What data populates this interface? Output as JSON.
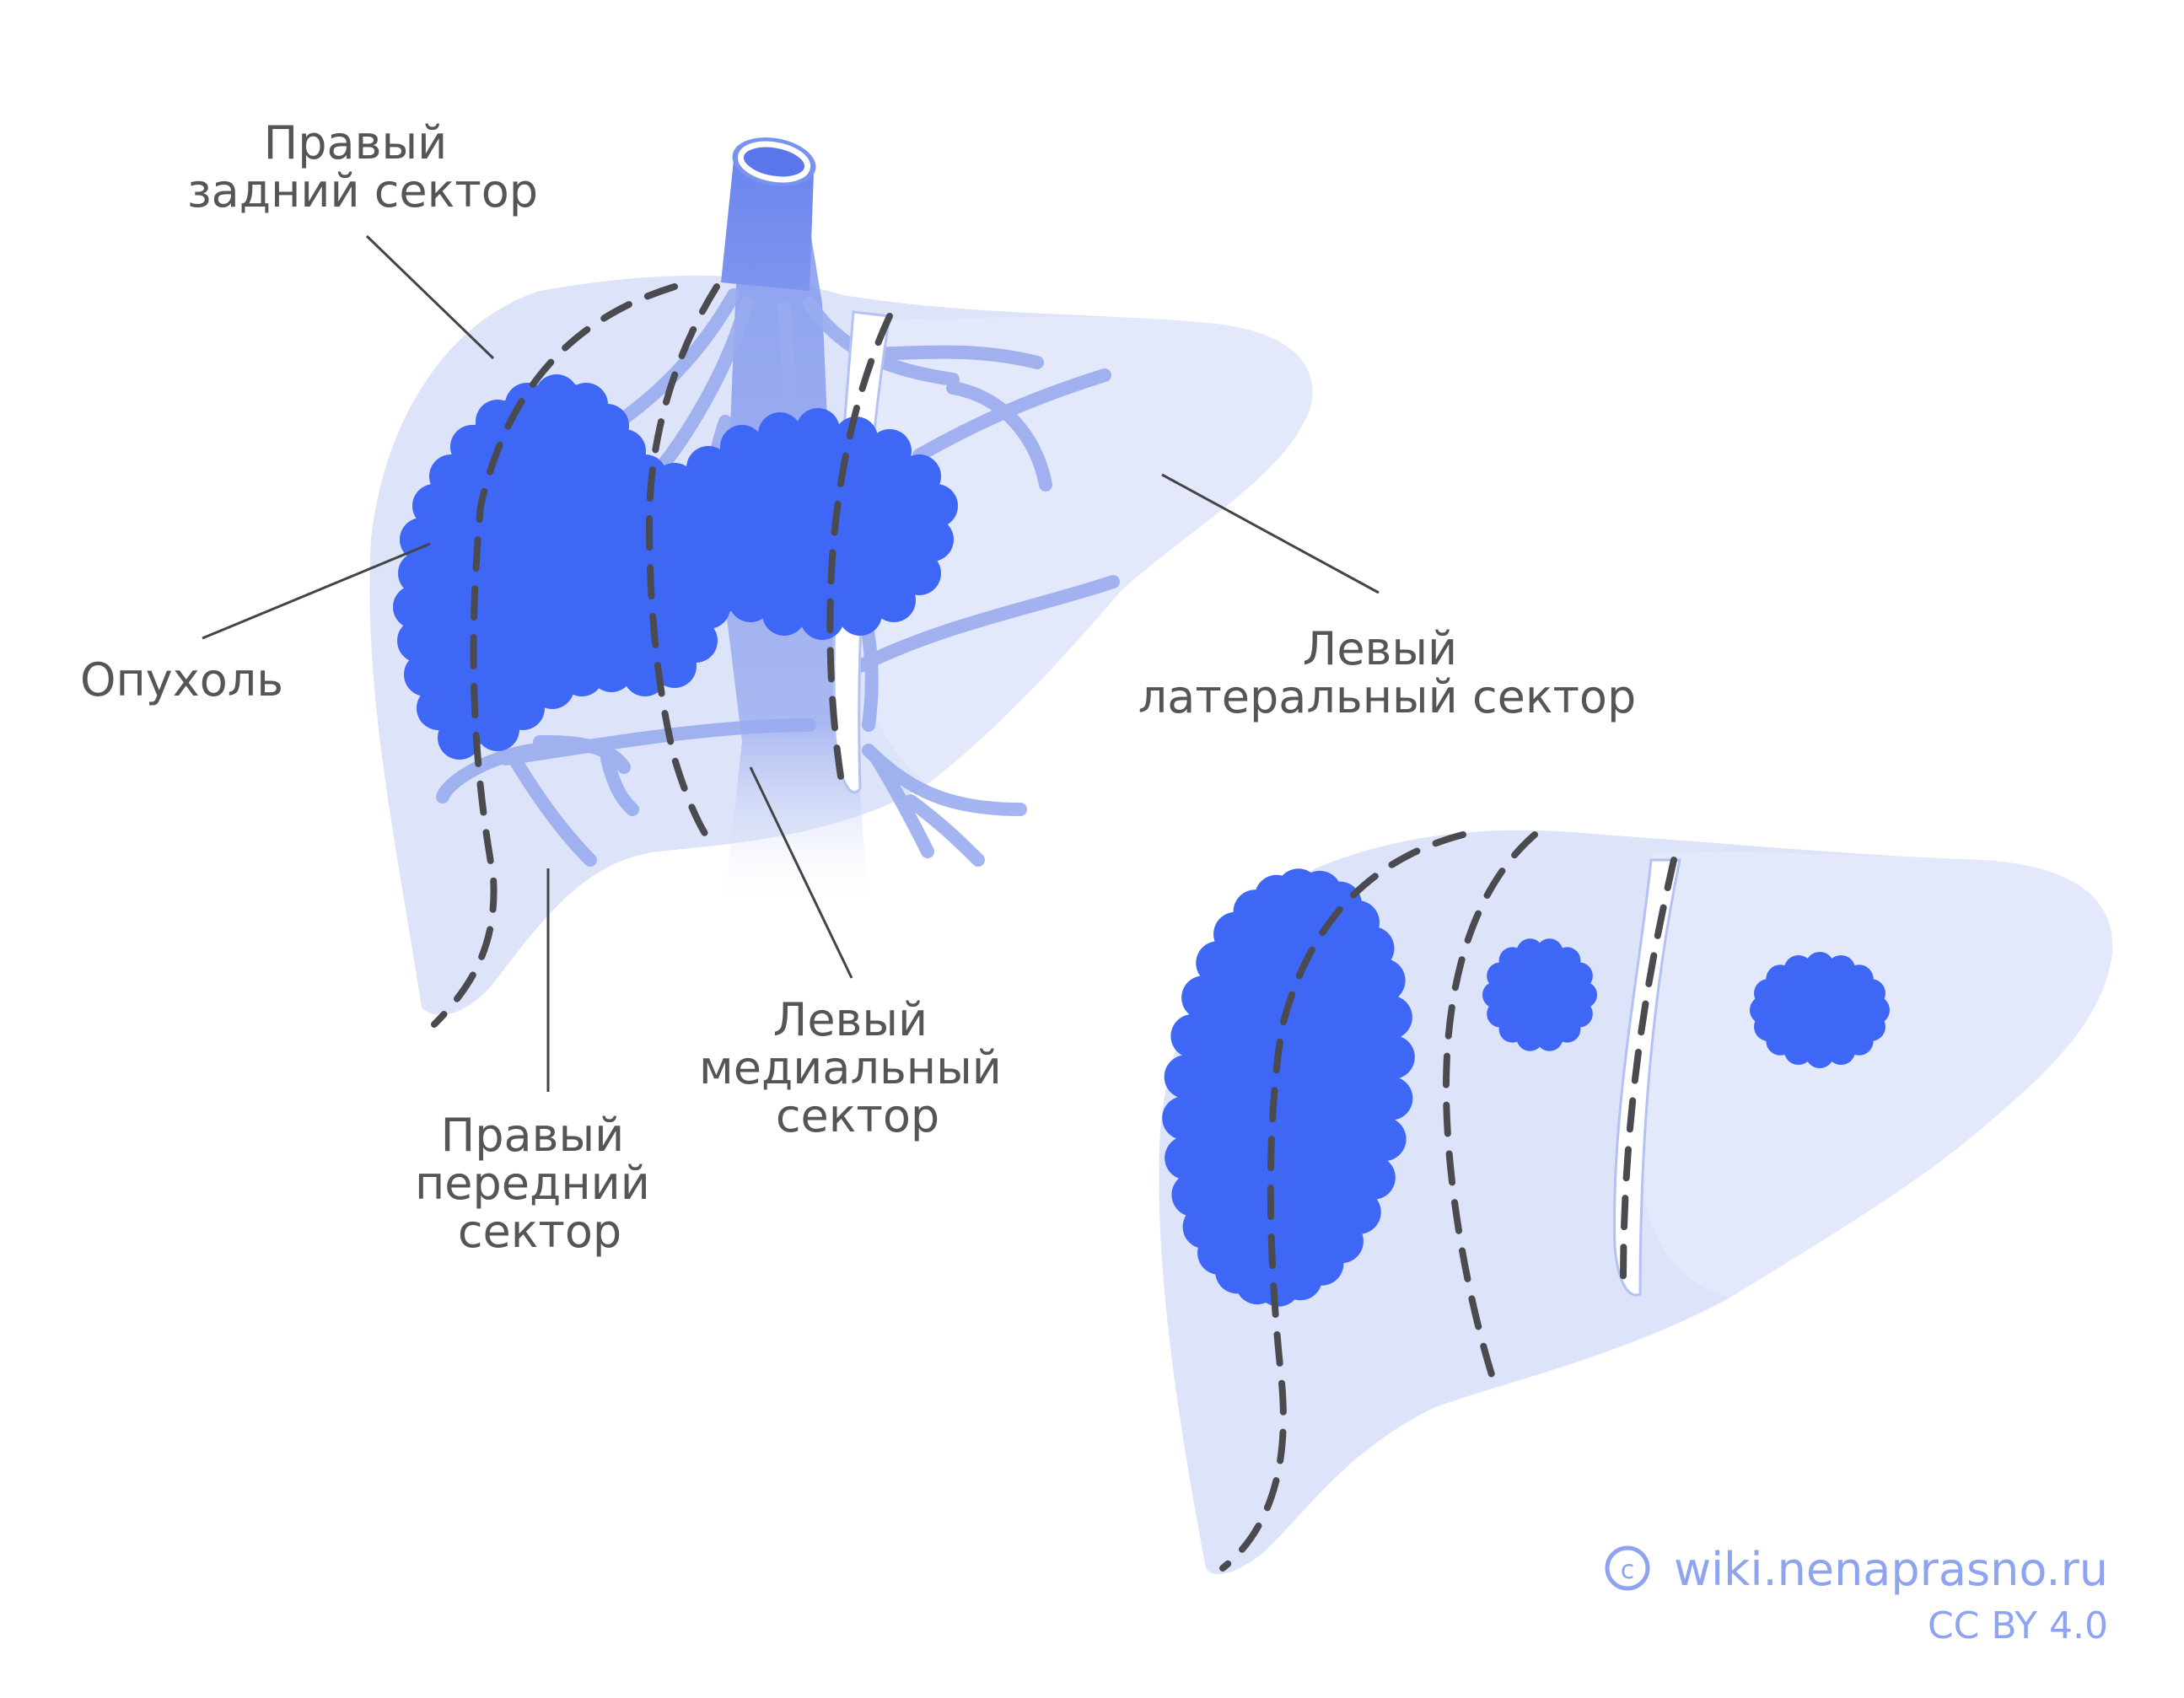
{
  "labels": {
    "right_posterior": [
      "Правый",
      "задний сектор"
    ],
    "tumor": "Опухоль",
    "left_lateral": [
      "Левый",
      "латеральный сектор"
    ],
    "left_medial": [
      "Левый",
      "медиальный",
      "сектор"
    ],
    "right_anterior": [
      "Правый",
      "передний",
      "сектор"
    ]
  },
  "credit": {
    "site": "wiki.nenaprasno.ru",
    "license": "CC BY 4.0"
  },
  "colors": {
    "liver": "#dde3f8",
    "vessel": "#8fa2ef",
    "vena_cava": "#6a85ee",
    "tumor": "#3f67f5",
    "dash": "#4a4a4f",
    "text": "#555558",
    "credit": "#8ea4f0"
  }
}
